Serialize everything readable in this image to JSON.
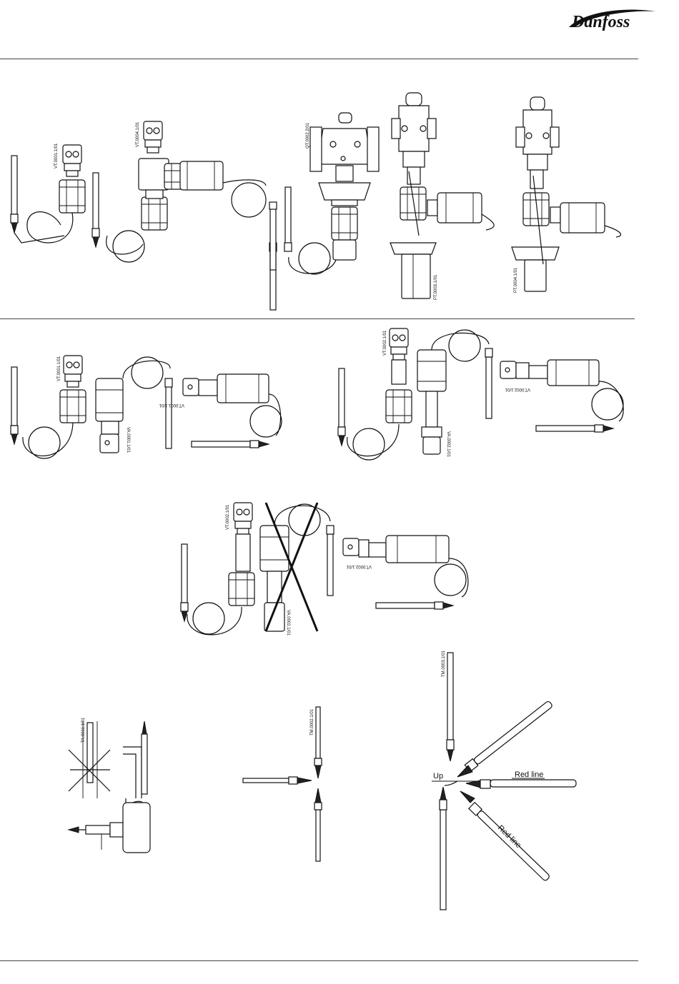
{
  "header": {
    "logo_text": "Danfoss"
  },
  "codes": {
    "c1": "VT.0001.1/01",
    "c2": "VT.0004.1/01",
    "c3": "QT.0002.2/01",
    "c4": "PT.0003.1/01",
    "c5": "PT.0004.1/01",
    "c6": "VT.0001.1/01",
    "c7": "VA.0001.1/01",
    "c8": "VT.0001.1/01",
    "c9": "VT.0002.1/01",
    "c10": "VA.0002.1/01",
    "c11": "VT.0002.1/01",
    "c12": "VT.0002.1/01",
    "c13": "VA.0002.1/01",
    "c14": "VT.0002.1/01",
    "c15": "TA.0011.1/01",
    "c16": "TM.0002.1/01",
    "c17": "TM.0003.1/01"
  },
  "labels": {
    "up": "Up",
    "red_line_1": "Red line",
    "red_line_2": "Red line"
  }
}
